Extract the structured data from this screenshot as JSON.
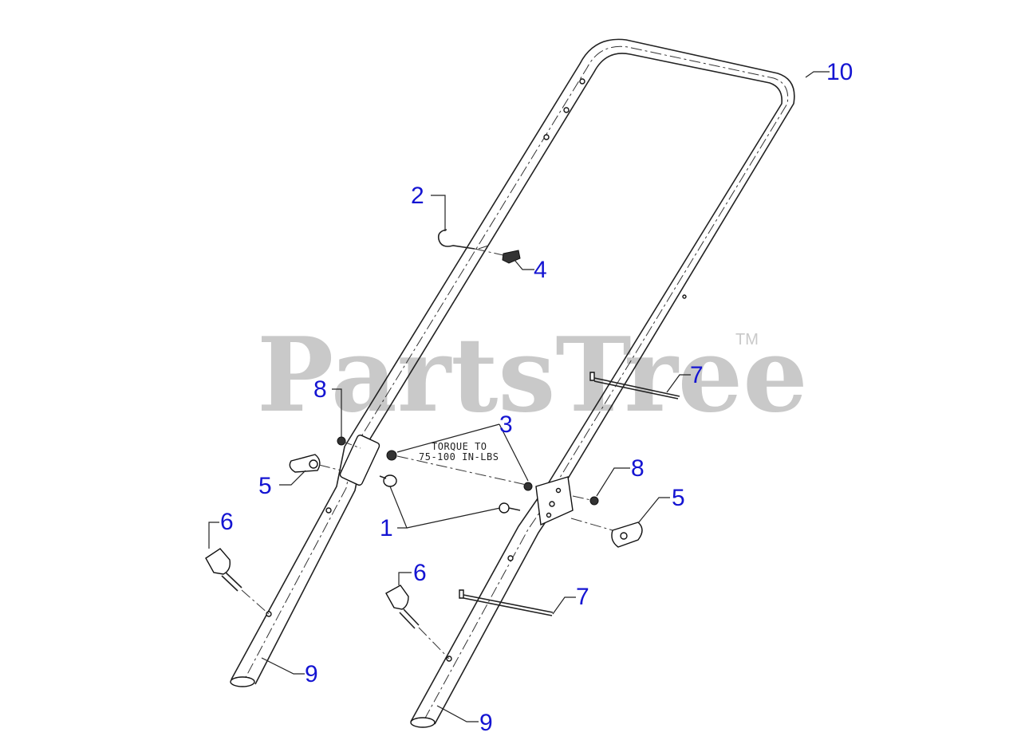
{
  "watermark": {
    "text": "PartsTree",
    "trademark": "TM"
  },
  "note": {
    "line1": "TORQUE TO",
    "line2": "75-100 IN-LBS"
  },
  "callouts": [
    {
      "id": "c10",
      "label": "10"
    },
    {
      "id": "c2",
      "label": "2"
    },
    {
      "id": "c4",
      "label": "4"
    },
    {
      "id": "c7a",
      "label": "7"
    },
    {
      "id": "c8a",
      "label": "8"
    },
    {
      "id": "c3",
      "label": "3"
    },
    {
      "id": "c5a",
      "label": "5"
    },
    {
      "id": "c8b",
      "label": "8"
    },
    {
      "id": "c5b",
      "label": "5"
    },
    {
      "id": "c1",
      "label": "1"
    },
    {
      "id": "c6a",
      "label": "6"
    },
    {
      "id": "c6b",
      "label": "6"
    },
    {
      "id": "c7b",
      "label": "7"
    },
    {
      "id": "c9a",
      "label": "9"
    },
    {
      "id": "c9b",
      "label": "9"
    }
  ],
  "colors": {
    "callout": "#1414d2",
    "linework": "#222222",
    "watermark": "#c9c9c9"
  }
}
